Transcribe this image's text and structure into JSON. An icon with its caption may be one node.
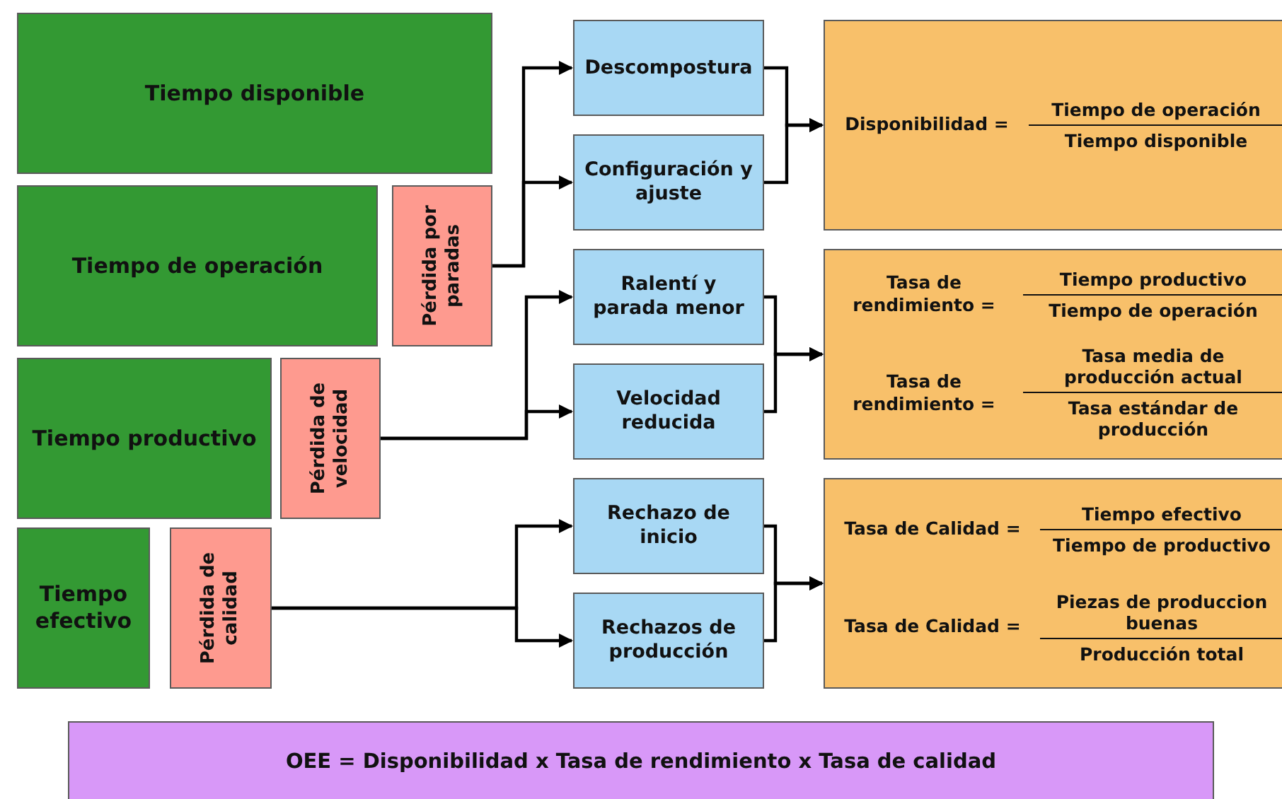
{
  "diagram": {
    "nodes": [
      {
        "text": [
          "Tiempo disponible"
        ]
      },
      {
        "text": [
          "Tiempo de operación"
        ]
      },
      {
        "text": [
          "Pérdida por paradas"
        ]
      },
      {
        "text": [
          "Tiempo productivo"
        ]
      },
      {
        "text": [
          "Pérdida de velocidad"
        ]
      },
      {
        "text": [
          "Tiempo efectivo"
        ]
      },
      {
        "text": [
          "Pérdida de calidad"
        ]
      },
      {
        "text": [
          "Descompostura"
        ]
      },
      {
        "text": [
          "Configuración y ajuste"
        ]
      },
      {
        "text": [
          "Ralentí y parada menor"
        ]
      },
      {
        "text": [
          "Velocidad reducida"
        ]
      },
      {
        "text": [
          "Rechazo de inicio"
        ]
      },
      {
        "text": [
          "Rechazos de producción"
        ]
      },
      {
        "text": [
          "Disponibilidad =",
          "Tiempo de operación",
          "Tiempo disponible"
        ]
      },
      {
        "text": [
          "Tasa de rendimiento =",
          "Tiempo productivo",
          "Tiempo de operación",
          "Tasa de rendimiento =",
          "Tasa media de producción actual",
          "Tasa estándar de producción"
        ]
      },
      {
        "text": [
          "Tasa de Calidad =",
          "Tiempo efectivo",
          "Tiempo de productivo",
          "Tasa de Calidad =",
          "Piezas de produccion buenas",
          "Producción total"
        ]
      },
      {
        "text": [
          "OEE = Disponibilidad x Tasa de rendimiento x Tasa de calidad"
        ]
      }
    ],
    "edges": [
      {
        "from": 2,
        "to": 7,
        "arrow": "to"
      },
      {
        "from": 2,
        "to": 8,
        "arrow": "to"
      },
      {
        "from": 4,
        "to": 9,
        "arrow": "to"
      },
      {
        "from": 4,
        "to": 10,
        "arrow": "to"
      },
      {
        "from": 6,
        "to": 11,
        "arrow": "to"
      },
      {
        "from": 6,
        "to": 12,
        "arrow": "to"
      },
      {
        "from": 7,
        "to": 13,
        "arrow": "to"
      },
      {
        "from": 8,
        "to": 13,
        "arrow": "to"
      },
      {
        "from": 9,
        "to": 14,
        "arrow": "to"
      },
      {
        "from": 10,
        "to": 14,
        "arrow": "to"
      },
      {
        "from": 11,
        "to": 15,
        "arrow": "to"
      },
      {
        "from": 12,
        "to": 15,
        "arrow": "to"
      }
    ]
  }
}
